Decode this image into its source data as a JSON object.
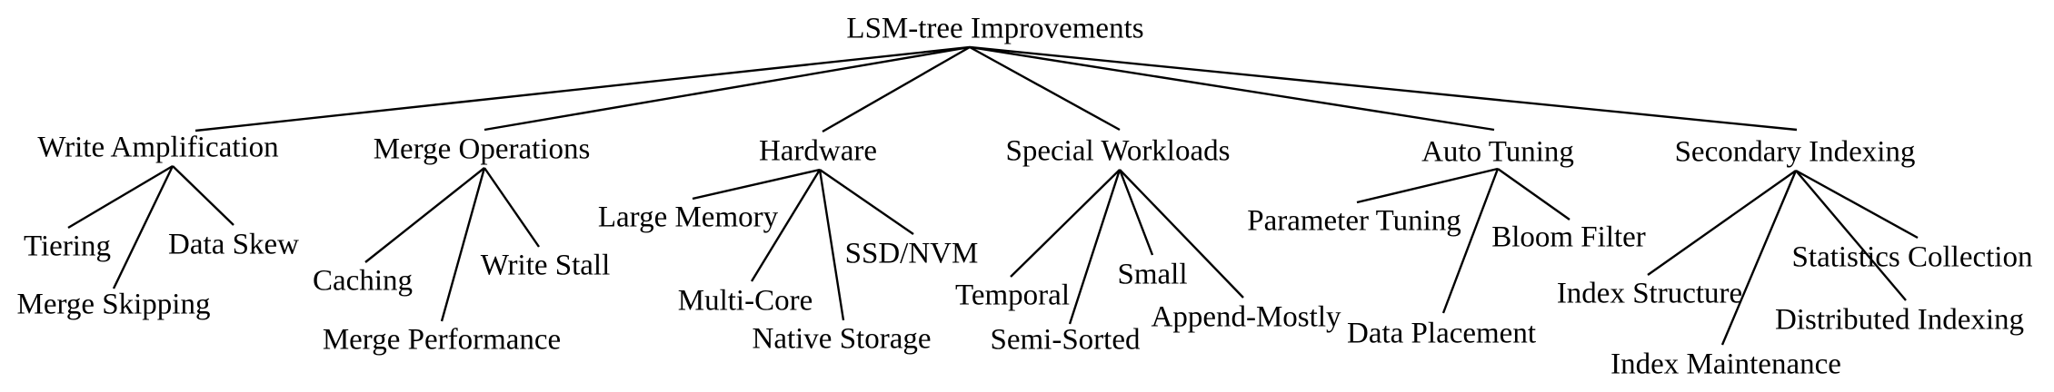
{
  "diagram": {
    "title": "LSM-tree Improvements taxonomy tree",
    "colors": {
      "text": "#000000",
      "line": "#000000",
      "background": "#ffffff"
    },
    "root": {
      "label": "LSM-tree Improvements"
    },
    "branches": [
      {
        "label": "Write Amplification",
        "children": [
          {
            "label": "Tiering"
          },
          {
            "label": "Merge Skipping"
          },
          {
            "label": "Data Skew"
          }
        ]
      },
      {
        "label": "Merge Operations",
        "children": [
          {
            "label": "Caching"
          },
          {
            "label": "Merge Performance"
          },
          {
            "label": "Write Stall"
          }
        ]
      },
      {
        "label": "Hardware",
        "children": [
          {
            "label": "Large Memory"
          },
          {
            "label": "Multi-Core"
          },
          {
            "label": "Native Storage"
          },
          {
            "label": "SSD/NVM"
          }
        ]
      },
      {
        "label": "Special Workloads",
        "children": [
          {
            "label": "Temporal"
          },
          {
            "label": "Semi-Sorted"
          },
          {
            "label": "Small"
          },
          {
            "label": "Append-Mostly"
          }
        ]
      },
      {
        "label": "Auto Tuning",
        "children": [
          {
            "label": "Parameter Tuning"
          },
          {
            "label": "Data Placement"
          },
          {
            "label": "Bloom Filter"
          }
        ]
      },
      {
        "label": "Secondary Indexing",
        "children": [
          {
            "label": "Index Structure"
          },
          {
            "label": "Index Maintenance"
          },
          {
            "label": "Distributed Indexing"
          },
          {
            "label": "Statistics Collection"
          }
        ]
      }
    ]
  }
}
